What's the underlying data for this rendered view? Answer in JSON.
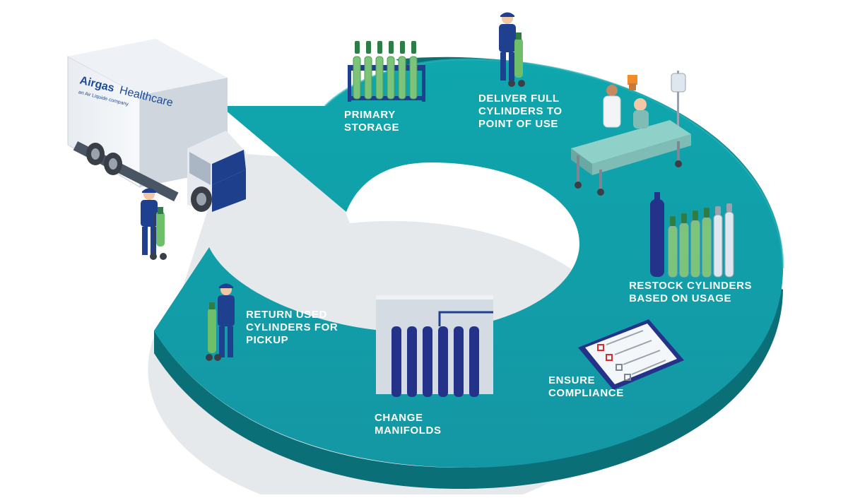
{
  "colors": {
    "ring_top": "#0f9ca5",
    "ring_side": "#0b6f77",
    "label": "#ffffff",
    "worker_blue": "#1f3f8f",
    "cylinder_green": "#6fbf6a",
    "cylinder_blue": "#24328a"
  },
  "truck": {
    "brand": "Airgas",
    "brand_suffix": "Healthcare",
    "tagline": "an Air Liquide company"
  },
  "steps": [
    {
      "id": "primary-storage",
      "icon": "cylinder-rack-icon",
      "lines": [
        "PRIMARY",
        "STORAGE"
      ]
    },
    {
      "id": "deliver",
      "icon": "worker-with-cylinder-icon",
      "lines": [
        "DELIVER FULL",
        "CYLINDERS TO",
        "POINT OF USE"
      ]
    },
    {
      "id": "patient",
      "icon": "hospital-bed-icon",
      "lines": []
    },
    {
      "id": "restock",
      "icon": "cylinder-row-icon",
      "lines": [
        "RESTOCK CYLINDERS",
        "BASED ON USAGE"
      ]
    },
    {
      "id": "compliance",
      "icon": "clipboard-checklist-icon",
      "lines": [
        "ENSURE",
        "COMPLIANCE"
      ]
    },
    {
      "id": "manifolds",
      "icon": "manifold-icon",
      "lines": [
        "CHANGE",
        "MANIFOLDS"
      ]
    },
    {
      "id": "return",
      "icon": "worker-with-cylinder-icon",
      "lines": [
        "RETURN USED",
        "CYLINDERS FOR",
        "PICKUP"
      ]
    }
  ]
}
